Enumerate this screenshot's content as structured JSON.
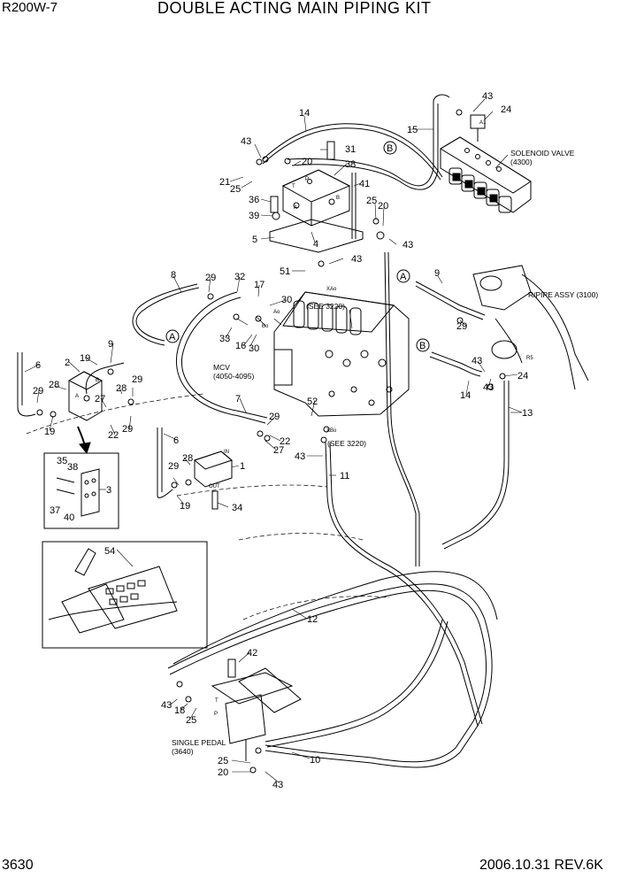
{
  "header": {
    "model": "R200W-7",
    "title": "DOUBLE ACTING MAIN PIPING KIT"
  },
  "footer": {
    "page": "3630",
    "date_rev": "2006.10.31  REV.6K"
  },
  "labels": {
    "solenoid_valve": "SOLENOID VALVE",
    "solenoid_ref": "(4300)",
    "rpipe": "R/PIPE ASSY (3100)",
    "mcv": "MCV",
    "mcv_ref": "(4050-4095)",
    "see_top": "(SEE 3220)",
    "see_bottom": "(SEE 3220)",
    "single_pedal": "SINGLE PEDAL",
    "single_pedal_ref": "(3640)"
  },
  "callout_letters": {
    "A": "A",
    "B": "B"
  },
  "port_marks": {
    "A1": "A1",
    "P": "P",
    "T": "T",
    "B": "B",
    "A": "A",
    "Ao": "Ao",
    "Bo": "Bo",
    "XAo": "XAo",
    "XBo": "XBo",
    "IN": "IN",
    "OUT": "OUT",
    "R5": "R5"
  },
  "part_numbers": {
    "n1": "1",
    "n2": "2",
    "n3": "3",
    "n4": "4",
    "n5": "5",
    "n6a": "6",
    "n6b": "6",
    "n7": "7",
    "n8": "8",
    "n9a": "9",
    "n9b": "9",
    "n10": "10",
    "n11": "11",
    "n12": "12",
    "n13": "13",
    "n14a": "14",
    "n14b": "14",
    "n15": "15",
    "n16": "16",
    "n17": "17",
    "n18": "18",
    "n19a": "19",
    "n19b": "19",
    "n19c": "19",
    "n20a": "20",
    "n20b": "20",
    "n20c": "20",
    "n21": "21",
    "n22a": "22",
    "n22b": "22",
    "n24a": "24",
    "n24b": "24",
    "n25a": "25",
    "n25b": "25",
    "n25c": "25",
    "n25d": "25",
    "n27a": "27",
    "n27b": "27",
    "n28a": "28",
    "n28b": "28",
    "n28c": "28",
    "n29a": "29",
    "n29b": "29",
    "n29c": "29",
    "n29d": "29",
    "n29e": "29",
    "n29f": "29",
    "n29g": "29",
    "n30a": "30",
    "n30b": "30",
    "n31": "31",
    "n32": "32",
    "n33": "33",
    "n34": "34",
    "n35": "35",
    "n36": "36",
    "n37": "37",
    "n38a": "38",
    "n38b": "38",
    "n39": "39",
    "n40": "40",
    "n41": "41",
    "n42": "42",
    "n43a": "43",
    "n43b": "43",
    "n43c": "43",
    "n43d": "43",
    "n43e": "43",
    "n43f": "43",
    "n43g": "43",
    "n43h": "43",
    "n51": "51",
    "n52": "52",
    "n54": "54"
  }
}
